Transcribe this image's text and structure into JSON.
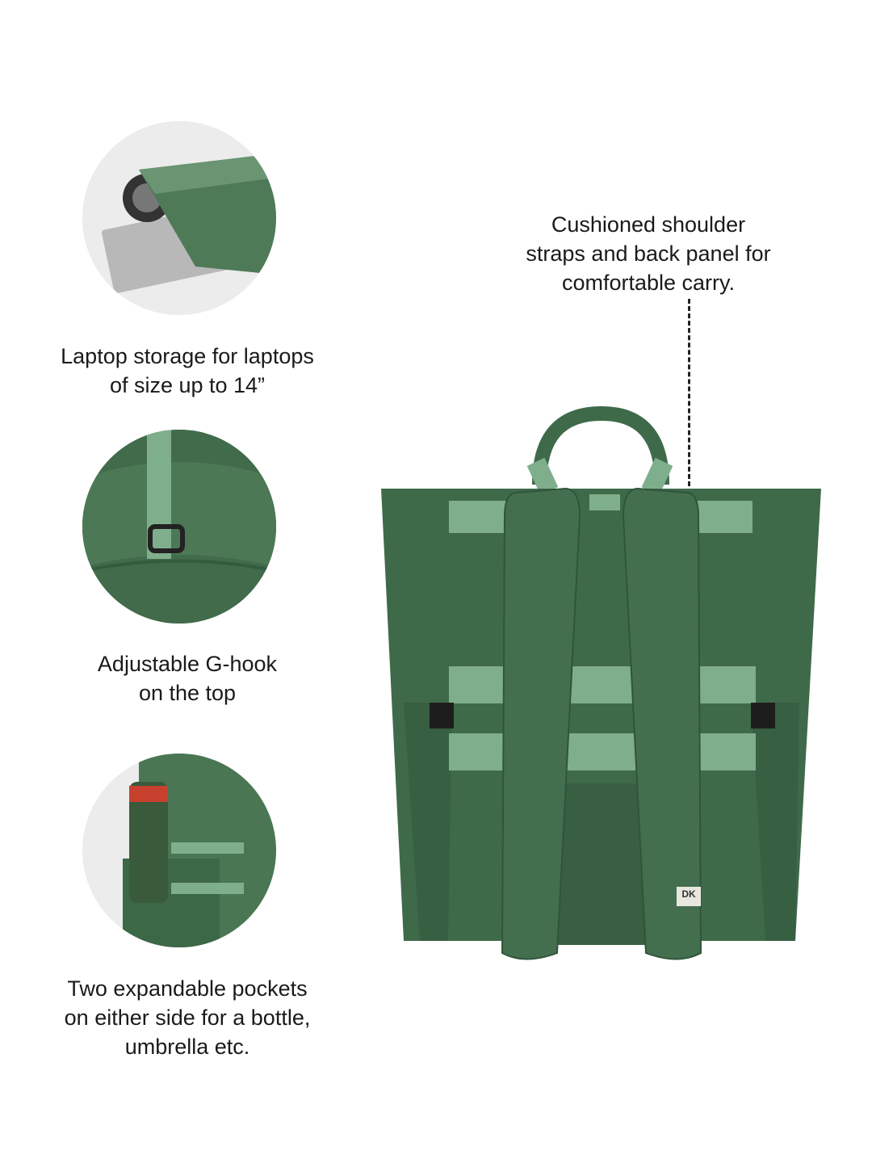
{
  "features": [
    {
      "name": "laptop-storage",
      "lines": [
        "Laptop storage for laptops",
        "of size up to 14”"
      ]
    },
    {
      "name": "g-hook",
      "lines": [
        "Adjustable G-hook",
        "on the top"
      ]
    },
    {
      "name": "side-pockets",
      "lines": [
        "Two expandable pockets",
        "on either side for a bottle,",
        "umbrella etc."
      ]
    }
  ],
  "callout": {
    "lines": [
      "Cushioned shoulder",
      "straps and back panel for",
      "comfortable carry."
    ]
  },
  "brand_tag": "DK",
  "colors": {
    "bag": "#3f6a4a",
    "bag_dark": "#2f553a",
    "webbing": "#7fae8c",
    "background": "#ffffff"
  }
}
